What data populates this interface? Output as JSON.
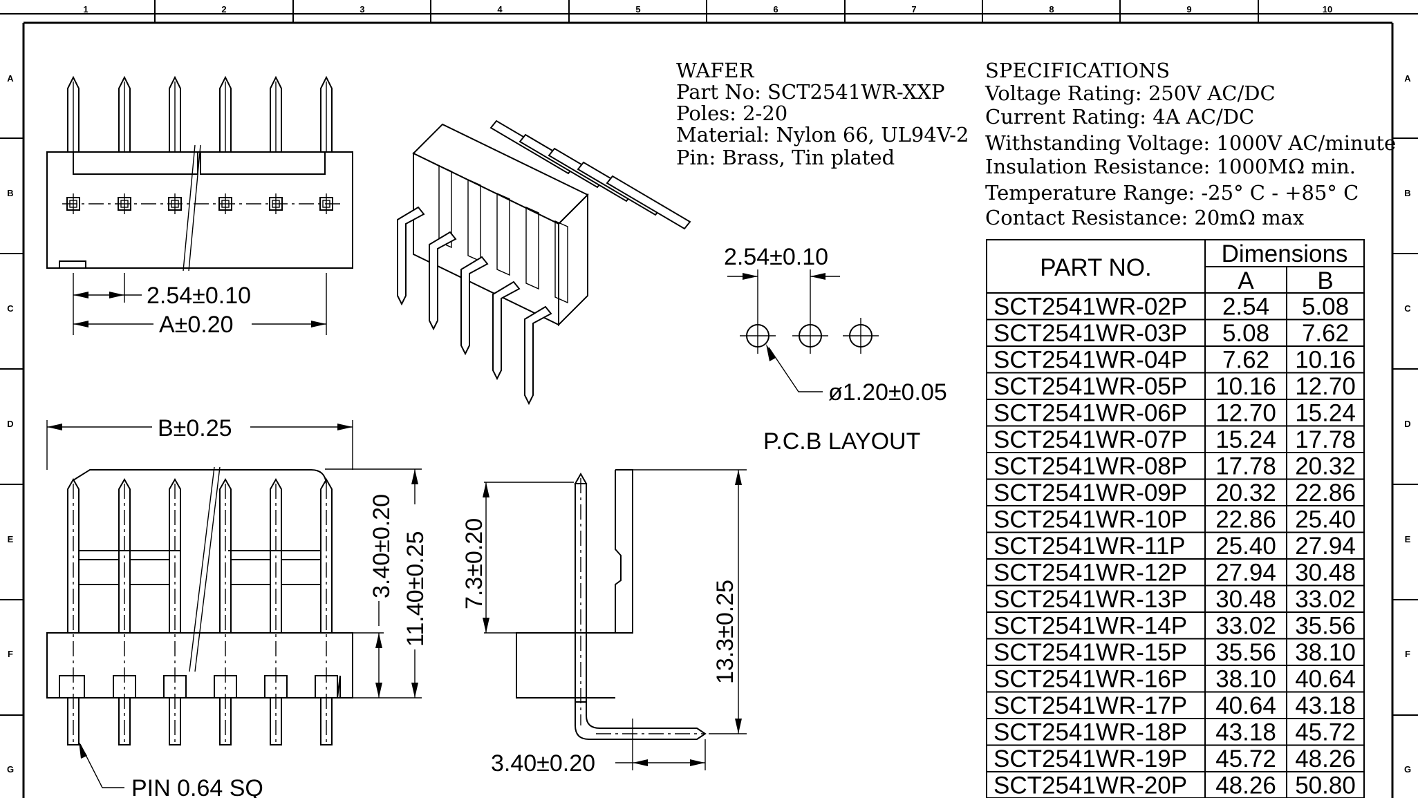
{
  "frame": {
    "columns": [
      "1",
      "2",
      "3",
      "4",
      "5",
      "6",
      "7",
      "8",
      "9",
      "10"
    ],
    "rows": [
      "A",
      "B",
      "C",
      "D",
      "E",
      "F",
      "G"
    ]
  },
  "wafer": {
    "title": "WAFER",
    "part_no": "Part No:  SCT2541WR-XXP",
    "poles": "Poles: 2-20",
    "material": "Material: Nylon 66,  UL94V-2",
    "pin": "Pin: Brass, Tin plated"
  },
  "specifications": {
    "title": "SPECIFICATIONS",
    "lines": [
      "Voltage Rating: 250V AC/DC",
      "Current Rating: 4A AC/DC",
      "Withstanding Voltage: 1000V AC/minute",
      "Insulation Resistance: 1000MΩ min.",
      "Temperature Range: -25° C - +85° C",
      "Contact Resistance: 20mΩ max"
    ]
  },
  "dimensions": {
    "top_pitch": "2.54±0.10",
    "top_a": "A±0.20",
    "front_b": "B±0.25",
    "front_340": "3.40±0.20",
    "front_1140": "11.40±0.25",
    "pin_note": "PIN  0.64  SQ",
    "side_73": "7.3±0.20",
    "side_133": "13.3±0.25",
    "side_340": "3.40±0.20",
    "pcb_pitch": "2.54±0.10",
    "pcb_hole": "ø1.20±0.05",
    "pcb_title": "P.C.B  LAYOUT"
  },
  "table": {
    "part_header": "PART  NO.",
    "dim_header": "Dimensions",
    "col_a": "A",
    "col_b": "B",
    "rows": [
      {
        "part": "SCT2541WR-02P",
        "a": "2.54",
        "b": "5.08"
      },
      {
        "part": "SCT2541WR-03P",
        "a": "5.08",
        "b": "7.62"
      },
      {
        "part": "SCT2541WR-04P",
        "a": "7.62",
        "b": "10.16"
      },
      {
        "part": "SCT2541WR-05P",
        "a": "10.16",
        "b": "12.70"
      },
      {
        "part": "SCT2541WR-06P",
        "a": "12.70",
        "b": "15.24"
      },
      {
        "part": "SCT2541WR-07P",
        "a": "15.24",
        "b": "17.78"
      },
      {
        "part": "SCT2541WR-08P",
        "a": "17.78",
        "b": "20.32"
      },
      {
        "part": "SCT2541WR-09P",
        "a": "20.32",
        "b": "22.86"
      },
      {
        "part": "SCT2541WR-10P",
        "a": "22.86",
        "b": "25.40"
      },
      {
        "part": "SCT2541WR-11P",
        "a": "25.40",
        "b": "27.94"
      },
      {
        "part": "SCT2541WR-12P",
        "a": "27.94",
        "b": "30.48"
      },
      {
        "part": "SCT2541WR-13P",
        "a": "30.48",
        "b": "33.02"
      },
      {
        "part": "SCT2541WR-14P",
        "a": "33.02",
        "b": "35.56"
      },
      {
        "part": "SCT2541WR-15P",
        "a": "35.56",
        "b": "38.10"
      },
      {
        "part": "SCT2541WR-16P",
        "a": "38.10",
        "b": "40.64"
      },
      {
        "part": "SCT2541WR-17P",
        "a": "40.64",
        "b": "43.18"
      },
      {
        "part": "SCT2541WR-18P",
        "a": "43.18",
        "b": "45.72"
      },
      {
        "part": "SCT2541WR-19P",
        "a": "45.72",
        "b": "48.26"
      },
      {
        "part": "SCT2541WR-20P",
        "a": "48.26",
        "b": "50.80"
      }
    ]
  }
}
